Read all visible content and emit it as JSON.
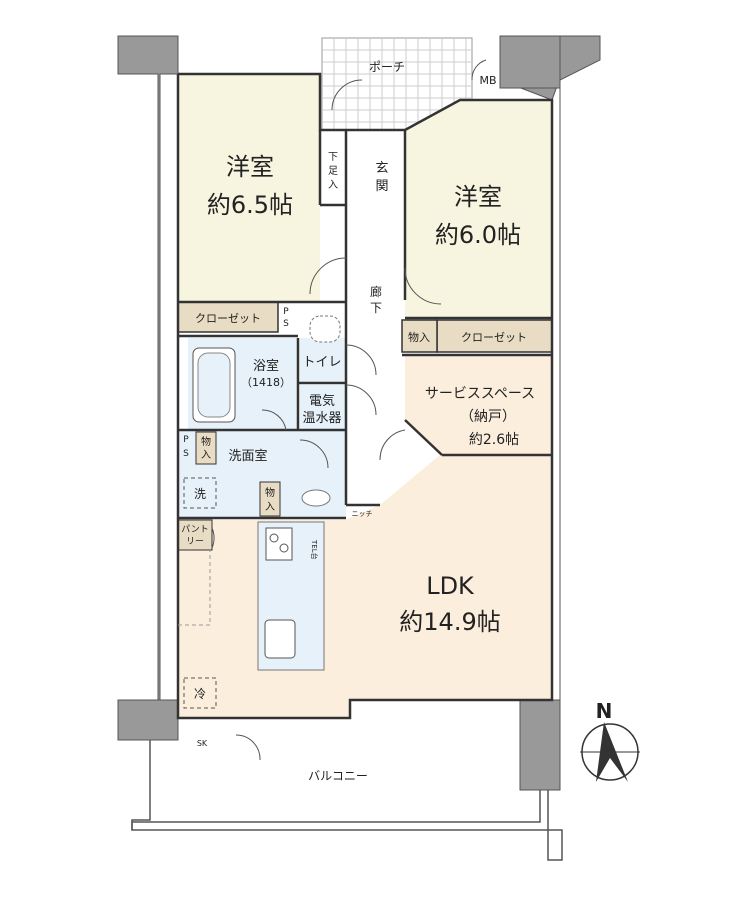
{
  "rooms": {
    "western1": {
      "name": "洋室",
      "size": "約6.5帖"
    },
    "western2": {
      "name": "洋室",
      "size": "約6.0帖"
    },
    "ldk": {
      "name": "LDK",
      "size": "約14.9帖"
    },
    "service": {
      "name": "サービススペース",
      "sub": "（納戸）",
      "size": "約2.6帖"
    },
    "bath": {
      "name": "浴室",
      "sub": "（1418）"
    },
    "washroom": {
      "name": "洗面室"
    },
    "toilet": {
      "name": "トイレ"
    },
    "heater": {
      "line1": "電気",
      "line2": "温水器"
    },
    "entrance": {
      "name": "玄関"
    },
    "corridor": {
      "name": "廊下"
    },
    "porch": {
      "name": "ポーチ"
    },
    "balcony": {
      "name": "バルコニー"
    }
  },
  "labels": {
    "closet1": "クローゼット",
    "closet2": "クローゼット",
    "storage1": "物入",
    "storage2": "物入",
    "storage3": "物入",
    "pantry": "パントリー",
    "ps1": "PS",
    "ps2": "PS",
    "mb": "MB",
    "shoebox": "下足入",
    "washer": "洗",
    "fridge": "冷",
    "sk": "SK",
    "niche": "ニッチ",
    "tel": "TEL台"
  },
  "compass": {
    "north": "N"
  },
  "colors": {
    "western": "#f7f5df",
    "ldk": "#fbeedd",
    "wet": "#e6f1fa",
    "storage": "#e8dcc4",
    "wall": "#999999",
    "corridor": "#ffffff"
  }
}
